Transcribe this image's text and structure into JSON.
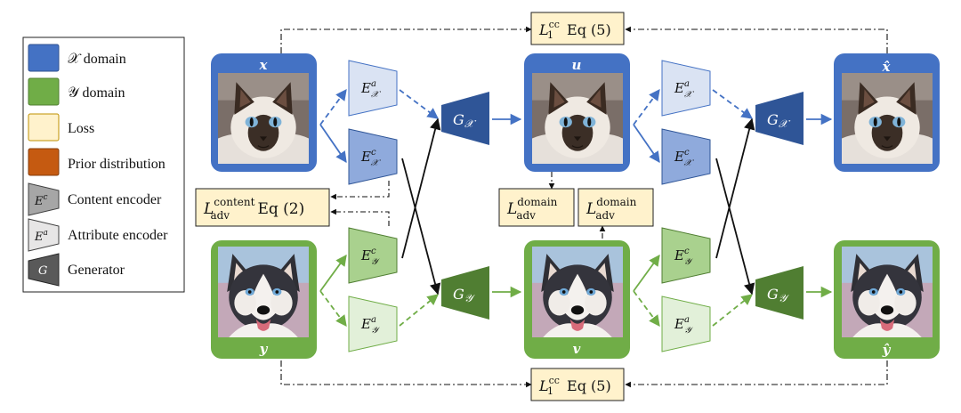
{
  "colors": {
    "x_domain": "#4472c4",
    "y_domain": "#70ad47",
    "loss": "#fff2cc",
    "prior": "#c55a11",
    "generator_x": "#2f5597",
    "generator_y": "#507e32",
    "content_x": "#8faadc",
    "attribute_x": "#dae3f3",
    "content_y": "#a9d18e",
    "attribute_y": "#e2f0d9"
  },
  "legend": [
    {
      "key": "x-domain",
      "swatch": "x_domain",
      "label": "𝒳 domain"
    },
    {
      "key": "y-domain",
      "swatch": "y_domain",
      "label": "𝒴 domain"
    },
    {
      "key": "loss",
      "swatch": "loss",
      "label": "Loss"
    },
    {
      "key": "prior",
      "swatch": "prior",
      "label": "Prior distribution"
    },
    {
      "key": "content-encoder",
      "label": "Content encoder",
      "icon_label": "E",
      "icon_sup": "c"
    },
    {
      "key": "attribute-encoder",
      "label": "Attribute encoder",
      "icon_label": "E",
      "icon_sup": "a"
    },
    {
      "key": "generator",
      "label": "Generator",
      "icon_label": "G"
    }
  ],
  "images": {
    "x": {
      "label": "x",
      "content": "cat"
    },
    "u": {
      "label": "u",
      "content": "cat"
    },
    "x_hat": {
      "label": "x̂",
      "content": "cat"
    },
    "y": {
      "label": "y",
      "content": "dog"
    },
    "v": {
      "label": "v",
      "content": "dog"
    },
    "y_hat": {
      "label": "ŷ",
      "content": "dog"
    }
  },
  "encoders": {
    "ea_x": {
      "base": "E",
      "sup": "a",
      "sub": "𝒳"
    },
    "ec_x": {
      "base": "E",
      "sup": "c",
      "sub": "𝒳"
    },
    "ec_y": {
      "base": "E",
      "sup": "c",
      "sub": "𝒴"
    },
    "ea_y": {
      "base": "E",
      "sup": "a",
      "sub": "𝒴"
    }
  },
  "generators": {
    "g_x": {
      "base": "G",
      "sub": "𝒳"
    },
    "g_y": {
      "base": "G",
      "sub": "𝒴"
    }
  },
  "losses": {
    "cc_top": {
      "base": "L",
      "sup": "cc",
      "sub": "1",
      "suffix": " Eq (5)"
    },
    "cc_bottom": {
      "base": "L",
      "sup": "cc",
      "sub": "1",
      "suffix": " Eq (5)"
    },
    "content": {
      "base": "L",
      "sup": "content",
      "sub": "adv",
      "suffix": " Eq (2)"
    },
    "domain_left": {
      "base": "L",
      "sup": "domain",
      "sub": "adv",
      "suffix": ""
    },
    "domain_right": {
      "base": "L",
      "sup": "domain",
      "sub": "adv",
      "suffix": ""
    }
  }
}
